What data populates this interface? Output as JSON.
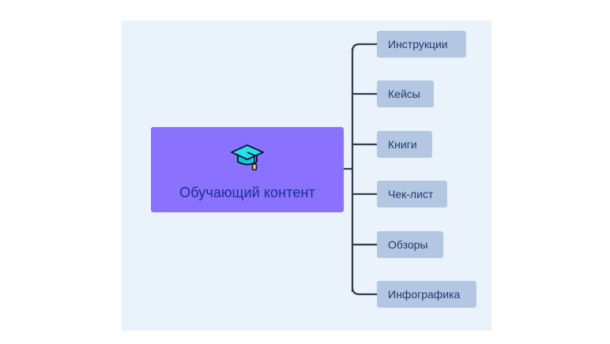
{
  "diagram": {
    "root": {
      "label": "Обучающий контент",
      "icon": "graduation-cap-icon",
      "color": "#8a72ff"
    },
    "children": [
      {
        "label": "Инструкции"
      },
      {
        "label": "Кейсы"
      },
      {
        "label": "Книги"
      },
      {
        "label": "Чек-лист"
      },
      {
        "label": "Обзоры"
      },
      {
        "label": "Инфографика"
      }
    ],
    "child_color": "#b3c7e3",
    "connector_color": "#2f3d52"
  }
}
